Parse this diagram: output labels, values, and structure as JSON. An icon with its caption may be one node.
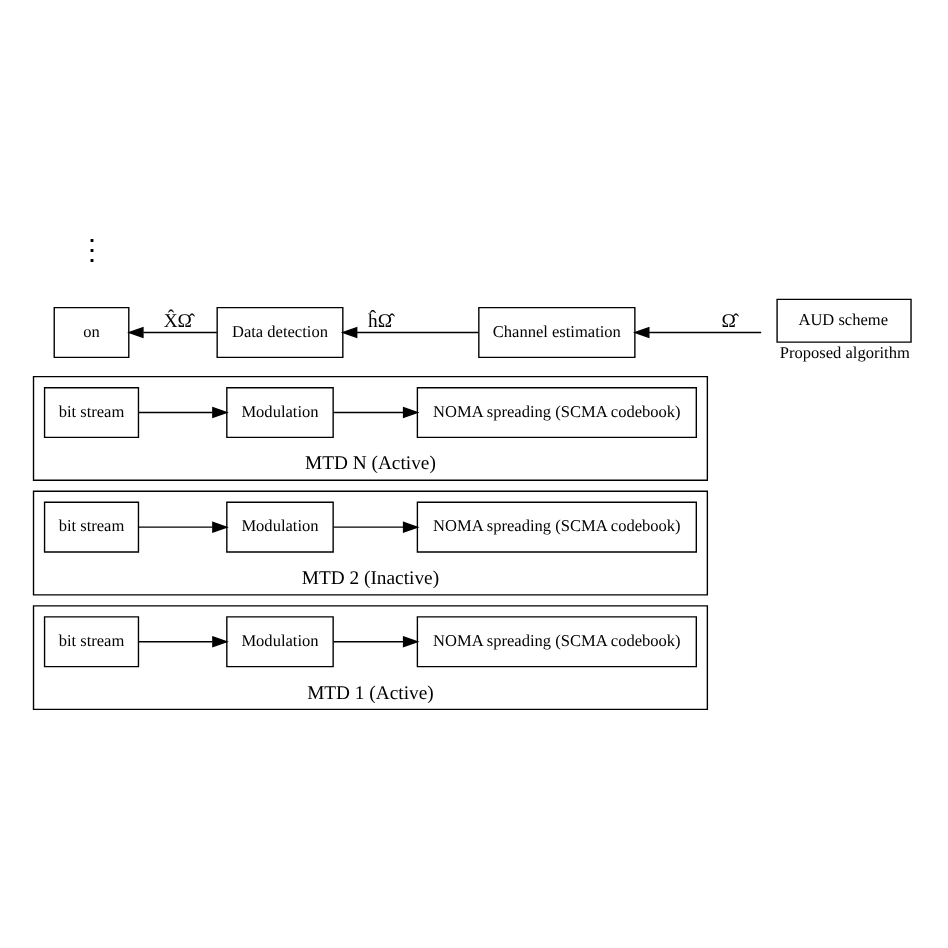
{
  "diagram": {
    "nodes": [
      {
        "text": [
          "MTD 1 (Active)"
        ]
      },
      {
        "text": [
          "bit stream"
        ],
        "in": 0
      },
      {
        "text": [
          "Modulation"
        ],
        "in": 0
      },
      {
        "text": [
          "NOMA spreading (SCMA codebook)"
        ],
        "in": 0
      },
      {
        "text": [
          "MTD 2 (Inactive)"
        ]
      },
      {
        "text": [
          "bit stream"
        ],
        "in": 4
      },
      {
        "text": [
          "Modulation"
        ],
        "in": 4
      },
      {
        "text": [
          "NOMA spreading (SCMA codebook)"
        ],
        "in": 4
      },
      {
        "text": [
          "MTD N (Active)"
        ]
      },
      {
        "text": [
          "bit stream"
        ],
        "in": 8
      },
      {
        "text": [
          "Modulation"
        ],
        "in": 8
      },
      {
        "text": [
          "NOMA spreading (SCMA codebook)"
        ],
        "in": 8
      },
      {
        "text": [
          "on"
        ]
      },
      {
        "text": [
          "Data detection"
        ]
      },
      {
        "text": [
          "Channel estimation"
        ]
      },
      {
        "text": [
          "AUD scheme"
        ],
        "beside": [
          "Proposed algorithm"
        ]
      }
    ],
    "edges": [
      {
        "from": 1,
        "to": 2,
        "arrow": "to"
      },
      {
        "from": 2,
        "to": 3,
        "arrow": "to"
      },
      {
        "from": 5,
        "to": 6,
        "arrow": "to"
      },
      {
        "from": 6,
        "to": 7,
        "arrow": "to"
      },
      {
        "from": 9,
        "to": 10,
        "arrow": "to"
      },
      {
        "from": 10,
        "to": 11,
        "arrow": "to"
      },
      {
        "from": 15,
        "to": 14,
        "arrow": "to",
        "label": "Ω̂"
      },
      {
        "from": 14,
        "to": 13,
        "arrow": "to",
        "label": "ĥΩ̂"
      },
      {
        "from": 13,
        "to": 12,
        "arrow": "to",
        "label": "X̂Ω̂"
      }
    ],
    "labels": [
      "⋮"
    ]
  }
}
